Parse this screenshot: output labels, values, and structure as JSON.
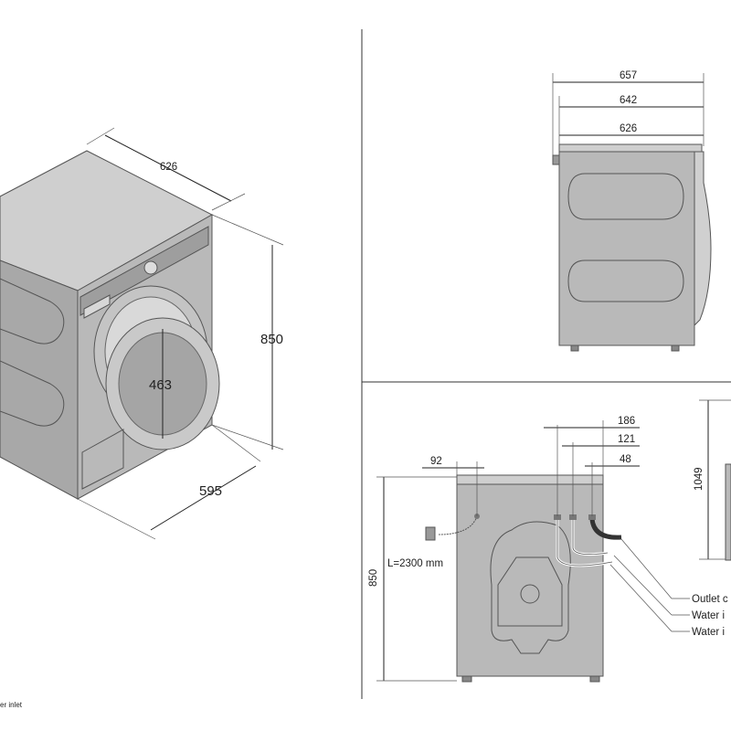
{
  "iso_view": {
    "dim_depth": "626",
    "dim_height": "850",
    "dim_width": "595",
    "dim_door": "463",
    "bottom_label": "er inlet"
  },
  "side_view": {
    "dim_overall": "657",
    "dim_mid": "642",
    "dim_body": "626"
  },
  "rear_view": {
    "dim_186": "186",
    "dim_121": "121",
    "dim_48": "48",
    "dim_92": "92",
    "dim_850": "850",
    "dim_1049": "1049",
    "cable_length": "L=2300 mm",
    "callouts": [
      "Outlet c",
      "Water i",
      "Water i"
    ]
  }
}
